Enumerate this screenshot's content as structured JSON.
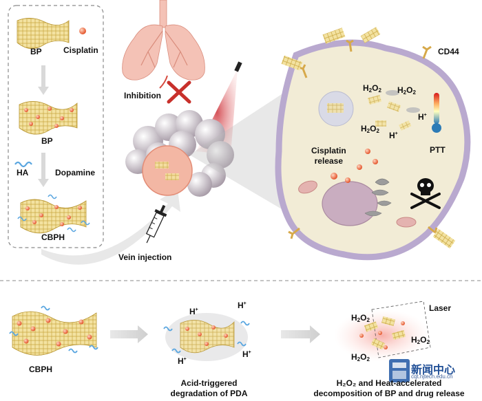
{
  "prep": {
    "bp": "BP",
    "cisplatin": "Cisplatin",
    "bp_loaded": "BP",
    "ha": "HA",
    "dopamine": "Dopamine",
    "cbph": "CBPH"
  },
  "body": {
    "inhibition": "Inhibition",
    "vein_injection": "Vein injection"
  },
  "cell": {
    "cd44": "CD44",
    "h2o2_a": "H",
    "h2o2_b": "H",
    "h2o2_c": "H",
    "h_plus_a": "H",
    "h_plus_b": "H",
    "ptt": "PTT",
    "cisplatin_release": "Cisplatin\nrelease"
  },
  "bottom": {
    "cbph": "CBPH",
    "h_plus_1": "H",
    "h_plus_2": "H",
    "h_plus_3": "H",
    "h_plus_4": "H",
    "acid_caption_line1": "Acid-triggered",
    "acid_caption_line2": "degradation of PDA",
    "laser": "Laser",
    "h2o2_1": "H",
    "h2o2_2": "H",
    "h2o2_3": "H",
    "heat_caption_line1": "H₂O₂ and Heat-accelerated",
    "heat_caption_line2": "decomposition of BP and drug release"
  },
  "watermark": {
    "title": "新闻中心",
    "url": "cqt.njtech.edu.cn"
  },
  "colors": {
    "cell_membrane": "#b9a9cf",
    "cytoplasm": "#f2ecd6",
    "lung": "#f0b5a6",
    "tumor_red": "#d9342b",
    "particle_orange": "#e8643a",
    "bp_sheet": "#e9d07a"
  }
}
